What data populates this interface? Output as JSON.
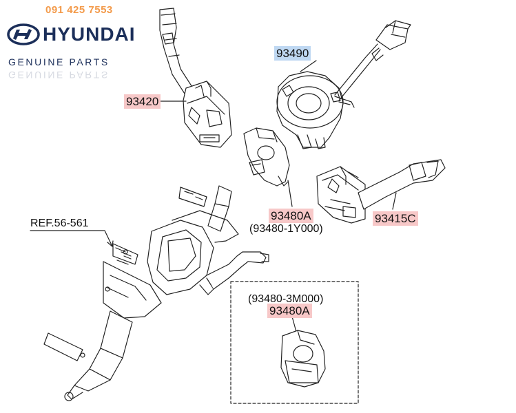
{
  "header": {
    "phone": "091 425 7553",
    "brand": "HYUNDAI",
    "tagline": "GENUINE PARTS"
  },
  "callouts": {
    "part_93420": "93420",
    "part_93490": "93490",
    "part_93480a_upper": "93480A",
    "alt_93480_1y000": "(93480-1Y000)",
    "part_93415c": "93415C",
    "ref_56_561": "REF.56-561",
    "alt_93480_3m000": "(93480-3M000)",
    "part_93480a_lower": "93480A"
  },
  "colors": {
    "highlight_pink": "#f7c8c8",
    "highlight_blue": "#bfd8f2",
    "brand_navy": "#1c2f5a",
    "phone_orange": "#f39a4a",
    "line_art": "#222222"
  }
}
